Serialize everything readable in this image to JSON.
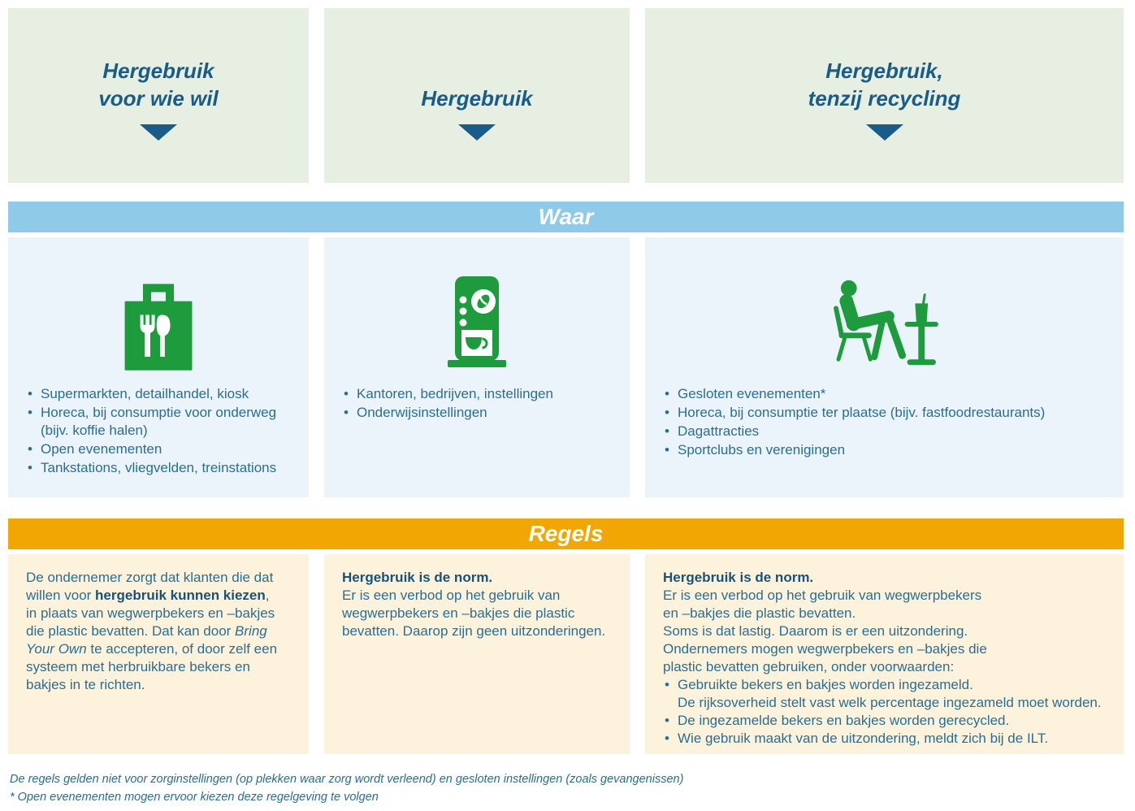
{
  "colors": {
    "header_bg": "#e6efe1",
    "waar_band": "#8fcae8",
    "regels_band": "#f2a603",
    "where_panel": "#ecf4fb",
    "rules_panel": "#fdf3dd",
    "title_blue": "#1a5c87",
    "body_blue": "#2b6d92",
    "bold_blue": "#1a5174",
    "icon_green": "#1e9b3c",
    "band_text": "#ffffff"
  },
  "bands": {
    "where_label": "Waar",
    "rules_label": "Regels"
  },
  "columns": [
    {
      "header": "Hergebruik\nvoor wie wil",
      "icon": "takeaway-bag-icon",
      "where_items": [
        "Supermarkten, detailhandel, kiosk",
        "Horeca, bij consumptie voor onderweg\n(bijv. koffie halen)",
        "Open evenementen",
        "Tankstations, vliegvelden, treinstations"
      ],
      "rules": {
        "seg_a": "De ondernemer zorgt dat klanten die dat\nwillen voor ",
        "seg_b": "hergebruik kunnen kiezen",
        "seg_c": ",\nin plaats van wegwerpbekers en –bakjes\ndie plastic bevatten. Dat kan door ",
        "seg_d": "Bring\nYour Own",
        "seg_e": " te accepteren, of door zelf een\nsysteem met herbruikbare bekers en\nbakjes in te richten."
      }
    },
    {
      "header": "Hergebruik",
      "icon": "coffee-machine-icon",
      "where_items": [
        "Kantoren, bedrijven, instellingen",
        "Onderwijsinstellingen"
      ],
      "rules": {
        "bold_line": "Hergebruik is de norm.",
        "body": "Er is een verbod op het gebruik van\nwegwerpbekers en –bakjes die plastic\nbevatten. Daarop zijn geen uitzonderingen."
      }
    },
    {
      "header": "Hergebruik,\ntenzij recycling",
      "icon": "seated-person-table-icon",
      "where_items": [
        "Gesloten evenementen*",
        "Horeca, bij consumptie ter plaatse (bijv. fastfoodrestaurants)",
        "Dagattracties",
        "Sportclubs en verenigingen"
      ],
      "rules": {
        "bold_line": "Hergebruik is de norm.",
        "body": "Er is een verbod op het gebruik van wegwerpbekers\nen –bakjes die plastic bevatten.\nSoms is dat lastig. Daarom is er een uitzondering.\nOndernemers mogen wegwerpbekers en –bakjes die\nplastic bevatten gebruiken, onder voorwaarden:",
        "rule_items": [
          "Gebruikte bekers en bakjes worden ingezameld.\nDe rijksoverheid stelt vast welk percentage ingezameld moet worden.",
          "De ingezamelde bekers en bakjes worden gerecycled.",
          "Wie gebruik maakt van de uitzondering, meldt zich bij de ILT."
        ]
      }
    }
  ],
  "footnotes": [
    "De regels gelden niet voor zorginstellingen (op plekken waar zorg wordt verleend) en gesloten instellingen (zoals gevangenissen)",
    "* Open evenementen mogen ervoor kiezen deze regelgeving te volgen"
  ]
}
